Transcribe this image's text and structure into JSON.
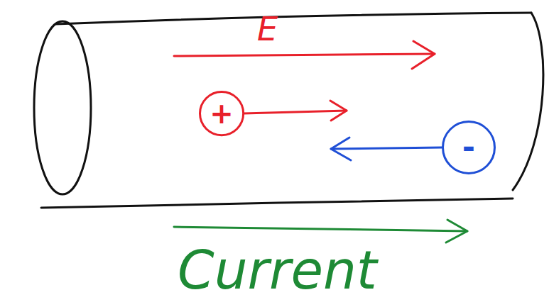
{
  "diagram": {
    "nodes": [
      {
        "text": [
          "+"
        ]
      },
      {
        "text": [
          "-"
        ]
      }
    ],
    "labels": [
      "E",
      "Current"
    ]
  }
}
